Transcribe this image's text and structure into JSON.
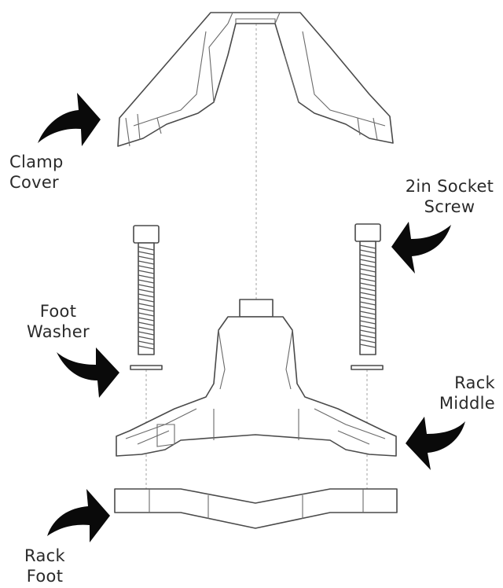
{
  "labels": {
    "clamp_cover": [
      "Clamp",
      "Cover"
    ],
    "socket_screw": [
      "2in Socket",
      "Screw"
    ],
    "foot_washer": [
      "Foot",
      "Washer"
    ],
    "rack_middle": [
      "Rack",
      "Middle"
    ],
    "rack_foot": [
      "Rack",
      "Foot"
    ]
  },
  "colors": {
    "line": "#4a4a4a",
    "arrow": "#0a0a0a",
    "text": "#2a2a2a"
  },
  "icons": [
    "curved-arrow-icon"
  ]
}
